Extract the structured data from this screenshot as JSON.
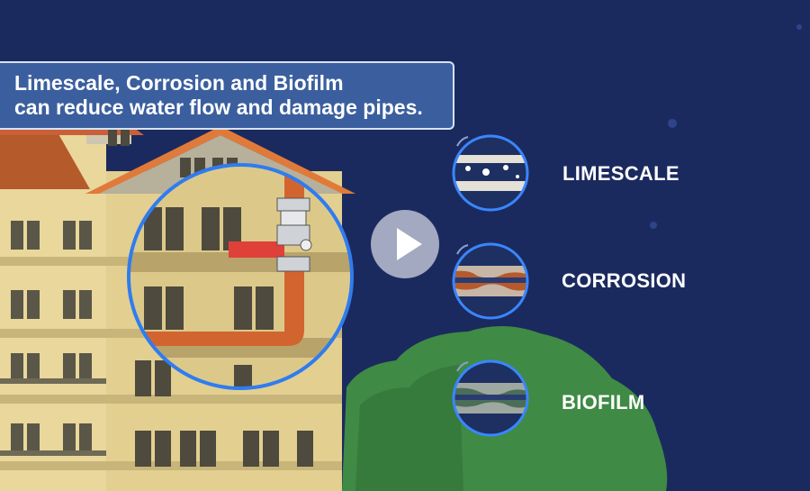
{
  "caption": {
    "line1": "Limescale, Corrosion and Biofilm",
    "line2": "can reduce water flow and damage pipes."
  },
  "items": [
    {
      "label": "LIMESCALE"
    },
    {
      "label": "CORROSION"
    },
    {
      "label": "BIOFILM"
    }
  ],
  "player": {
    "play_icon": "play-icon"
  },
  "colors": {
    "night_sky": "#1b2a5e",
    "caption_bg": "#3b5f9e",
    "building_wall": "#e9d79b",
    "roof": "#e07a3a",
    "pipe": "#d2652f",
    "highlight_ring": "#2f7cf0",
    "tree": "#3f8a45"
  }
}
